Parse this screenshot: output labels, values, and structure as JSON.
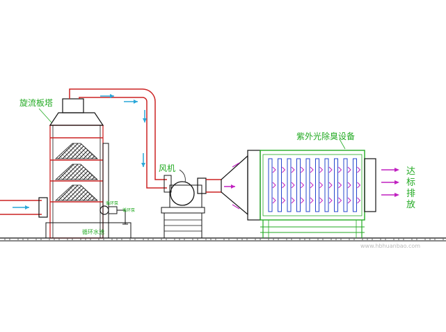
{
  "labels": {
    "tower": "旋流板塔",
    "fan": "风机",
    "uv_device": "紫外光除臭设备",
    "pool": "循环水池",
    "pump_a": "循环泵",
    "pump_b": "循环泵",
    "discharge": [
      "达",
      "标",
      "排",
      "放"
    ],
    "watermark": "www.hbhuanbao.com"
  },
  "colors": {
    "frame": "#111111",
    "duct": "#cc2222",
    "flow_arrow": "#2aa7d9",
    "uv_arrow": "#c020c0",
    "uv_frame": "#22aa22",
    "text": "#22aa22",
    "lamp": "#2244cc"
  }
}
